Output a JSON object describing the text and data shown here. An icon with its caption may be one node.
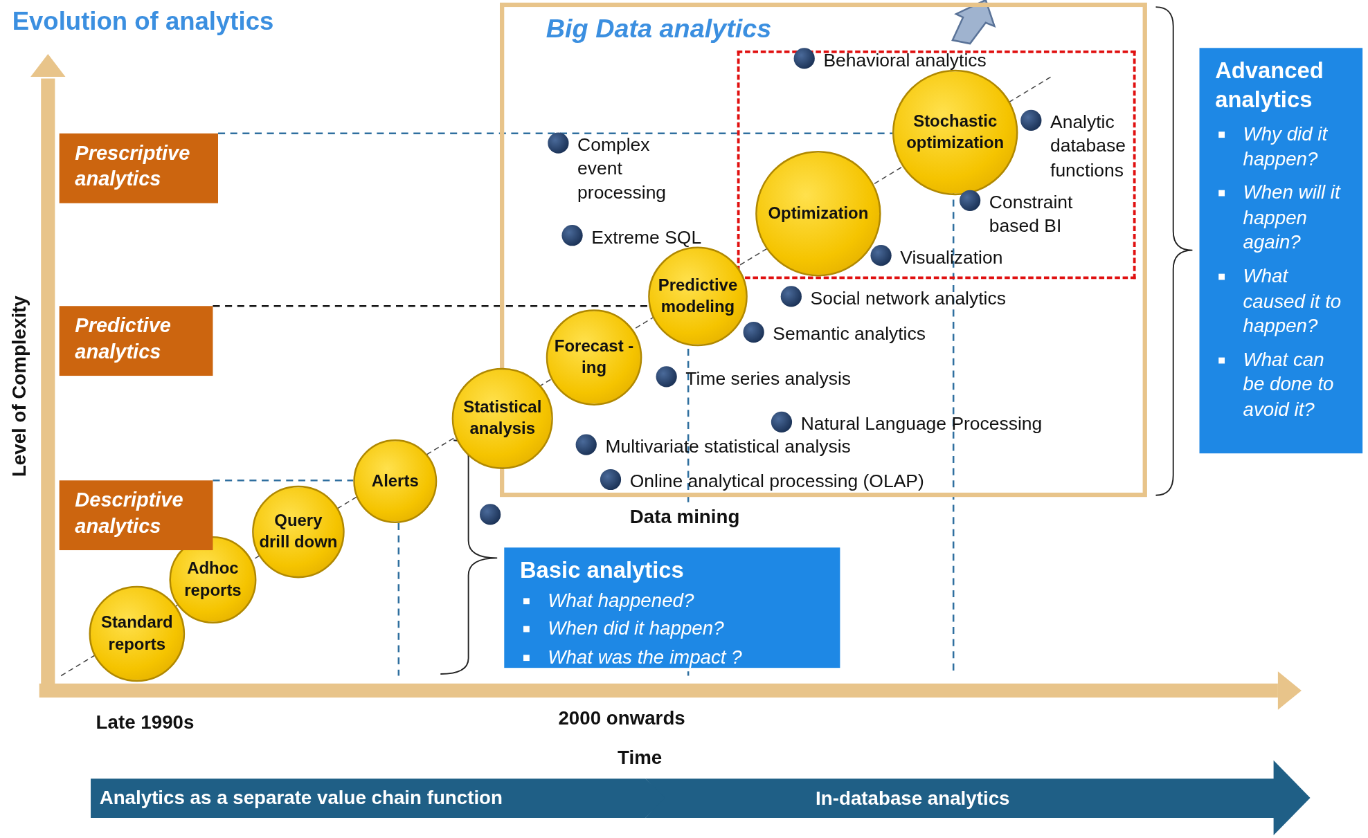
{
  "diagram": {
    "title": "Evolution of analytics",
    "nodes": [
      {
        "text": [
          "Big Data analytics"
        ]
      },
      {
        "text": [],
        "shape": "box",
        "in": 0
      },
      {
        "text": [
          "Standard reports"
        ]
      },
      {
        "text": [
          "Adhoc reports"
        ]
      },
      {
        "text": [
          "Query drill down"
        ]
      },
      {
        "text": [
          "Alerts"
        ]
      },
      {
        "text": [
          "Statistical analysis"
        ]
      },
      {
        "text": [
          "Forecast - ing"
        ],
        "in": 0
      },
      {
        "text": [
          "Predictive modeling"
        ],
        "in": 0
      },
      {
        "text": [
          "Optimization"
        ],
        "in": 1
      },
      {
        "text": [
          "Stochastic optimization"
        ],
        "in": 1
      },
      {
        "text": [],
        "shape": "circle",
        "beside": [
          "Behavioral analytics"
        ],
        "in": 1
      },
      {
        "text": [],
        "shape": "circle",
        "beside": [
          "Analytic database functions"
        ],
        "in": 1
      },
      {
        "text": [],
        "shape": "circle",
        "beside": [
          "Constraint based BI"
        ],
        "in": 1
      },
      {
        "text": [],
        "shape": "circle",
        "beside": [
          "Visualization"
        ],
        "in": 1
      },
      {
        "text": [],
        "shape": "circle",
        "beside": [
          "Complex event processing"
        ],
        "in": 0
      },
      {
        "text": [],
        "shape": "circle",
        "beside": [
          "Extreme SQL"
        ],
        "in": 0
      },
      {
        "text": [],
        "shape": "circle",
        "beside": [
          "Social network analytics"
        ],
        "in": 0
      },
      {
        "text": [],
        "shape": "circle",
        "beside": [
          "Semantic analytics"
        ],
        "in": 0
      },
      {
        "text": [],
        "shape": "circle",
        "beside": [
          "Time series analysis"
        ],
        "in": 0
      },
      {
        "text": [],
        "shape": "circle",
        "beside": [
          "Natural Language Processing"
        ],
        "in": 0
      },
      {
        "text": [],
        "shape": "circle",
        "beside": [
          "Multivariate statistical analysis"
        ],
        "in": 0
      },
      {
        "text": [],
        "shape": "circle",
        "beside": [
          "Online analytical processing (OLAP)"
        ],
        "in": 0
      },
      {
        "text": [],
        "shape": "circle"
      },
      {
        "text": [
          "Prescriptive analytics"
        ]
      },
      {
        "text": [
          "Predictive analytics"
        ]
      },
      {
        "text": [
          "Descriptive analytics"
        ]
      },
      {
        "text": [
          "Advanced analytics",
          "Why did it happen?",
          "When will it happen again?",
          "What caused it to happen?",
          "What can be done to avoid it?"
        ]
      },
      {
        "text": [
          "Basic analytics",
          "What happened?",
          "When did it happen?",
          "What was the impact ?"
        ]
      },
      {
        "text": [
          "Analytics as a separate value chain function"
        ]
      },
      {
        "text": [
          "In-database analytics"
        ]
      }
    ],
    "edges": [
      {
        "from": 24,
        "to": 10,
        "arrow": "none",
        "style": "dashed"
      },
      {
        "from": 25,
        "to": 8,
        "arrow": "none",
        "style": "dashed",
        "color": "#111111"
      },
      {
        "from": 26,
        "to": 5,
        "arrow": "none",
        "style": "dashed"
      }
    ],
    "labels": [
      "Level of Complexity",
      "Late 1990s",
      "2000 onwards",
      "Time",
      "Data mining"
    ]
  }
}
